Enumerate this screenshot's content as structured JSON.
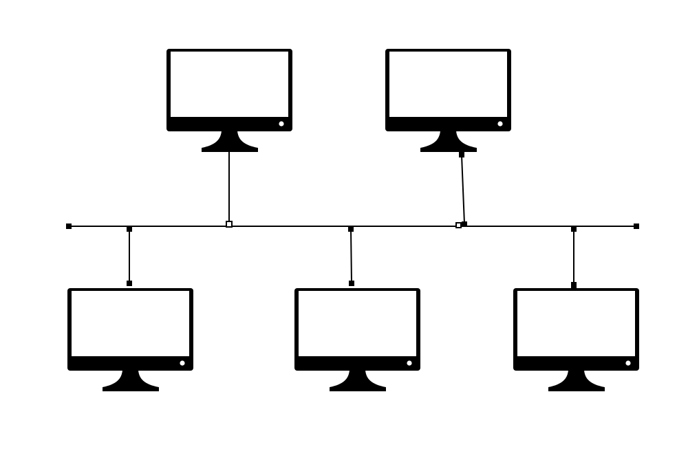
{
  "diagram": {
    "topology": "bus",
    "colors": {
      "background": "#ffffff",
      "ink": "#000000"
    },
    "node_count": 5,
    "icon": "monitor-icon",
    "nodes": [
      {
        "id": "monitor-top-left",
        "row": "top"
      },
      {
        "id": "monitor-top-right",
        "row": "top"
      },
      {
        "id": "monitor-bottom-left",
        "row": "bottom"
      },
      {
        "id": "monitor-bottom-center",
        "row": "bottom"
      },
      {
        "id": "monitor-bottom-right",
        "row": "bottom"
      }
    ]
  }
}
